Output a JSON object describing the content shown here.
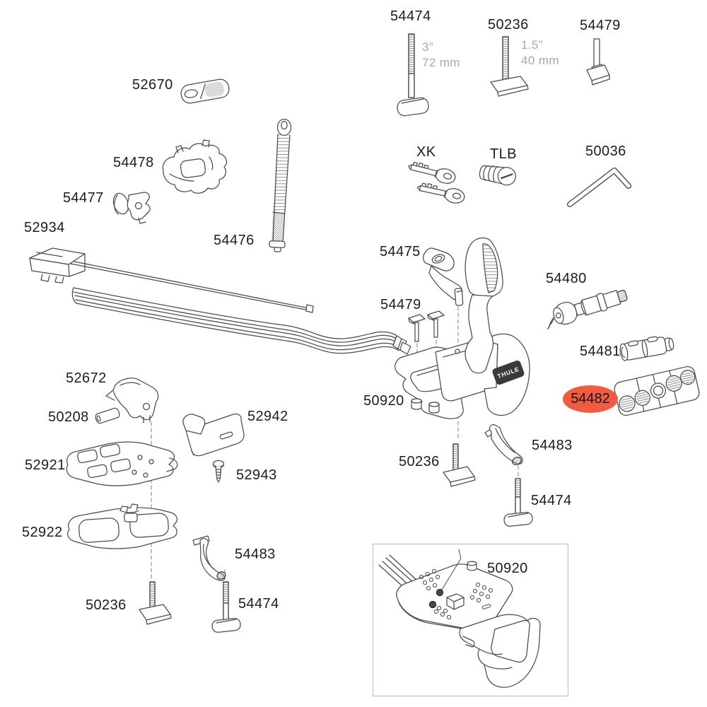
{
  "diagram": {
    "background": "#ffffff",
    "line_color": "#4b4b4b",
    "dash_color": "#999999",
    "highlight_color": "#f15b40",
    "highlighted_part": "54482",
    "brand": "THULE",
    "labels": {
      "bolt_54474_top": "54474",
      "dim_54474_inch": "3”",
      "dim_54474_mm": "72 mm",
      "bolt_50236_top": "50236",
      "dim_50236_inch": "1.5”",
      "dim_50236_mm": "40 mm",
      "bolt_54479_top": "54479",
      "sleeve_52670": "52670",
      "bracket_54478": "54478",
      "clip_54477": "54477",
      "endcap_52934": "52934",
      "strap_54476": "54476",
      "keys_xk": "XK",
      "lock_tlb": "TLB",
      "hexkey_50036": "50036",
      "arm_54475": "54475",
      "tbolts_54479": "54479",
      "knob_54480": "54480",
      "adapter_54481": "54481",
      "knobset_54482": "54482",
      "nuts_50920": "50920",
      "tbolt_50236_center": "50236",
      "hook_54483_center": "54483",
      "bolt_54474_center": "54474",
      "catch_52672": "52672",
      "pin_50208": "50208",
      "pad_52921": "52921",
      "wedge_52942": "52942",
      "screw_52943": "52943",
      "frame_52922": "52922",
      "tbolt_50236_left": "50236",
      "hook_54483_left": "54483",
      "bolt_54474_left": "54474",
      "inset_50920": "50920"
    }
  }
}
